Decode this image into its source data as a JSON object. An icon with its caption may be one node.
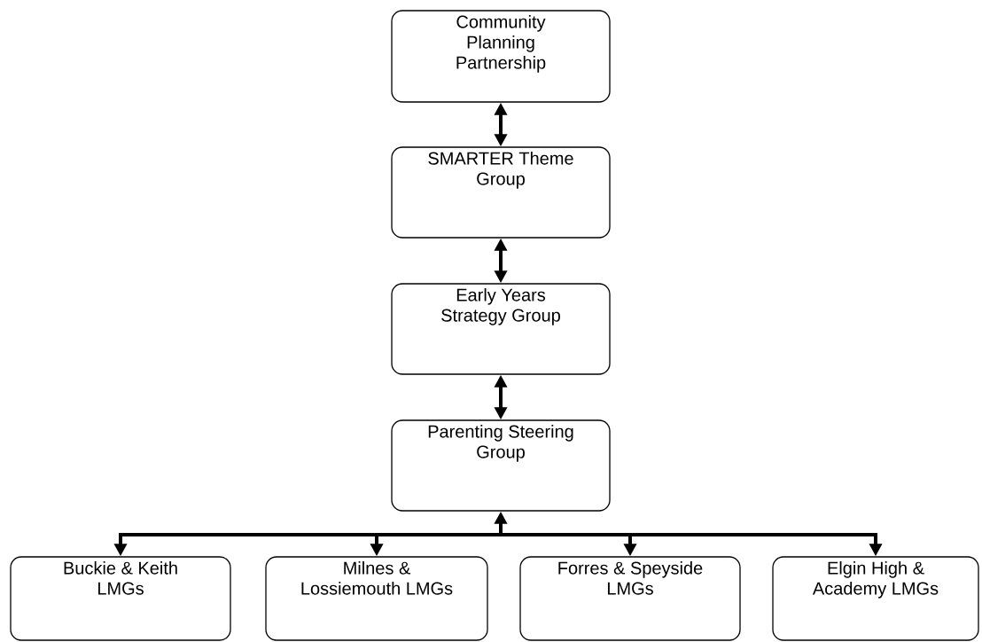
{
  "diagram": {
    "nodes": [
      {
        "text": [
          "Community Planning Partnership"
        ]
      },
      {
        "text": [
          "SMARTER Theme Group"
        ]
      },
      {
        "text": [
          "Early Years Strategy Group"
        ]
      },
      {
        "text": [
          "Parenting Steering Group"
        ]
      },
      {
        "text": [
          "Buckie & Keith LMGs"
        ]
      },
      {
        "text": [
          "Milnes & Lossiemouth LMGs"
        ]
      },
      {
        "text": [
          "Forres & Speyside LMGs"
        ]
      },
      {
        "text": [
          "Elgin High & Academy LMGs"
        ]
      }
    ],
    "edges": [
      {
        "from": 0,
        "to": 1,
        "arrow": "both"
      },
      {
        "from": 1,
        "to": 2,
        "arrow": "both"
      },
      {
        "from": 2,
        "to": 3,
        "arrow": "both"
      },
      {
        "from": 3,
        "to": 4,
        "arrow": "both"
      },
      {
        "from": 3,
        "to": 5,
        "arrow": "both"
      },
      {
        "from": 3,
        "to": 6,
        "arrow": "both"
      },
      {
        "from": 3,
        "to": 7,
        "arrow": "both"
      }
    ]
  }
}
